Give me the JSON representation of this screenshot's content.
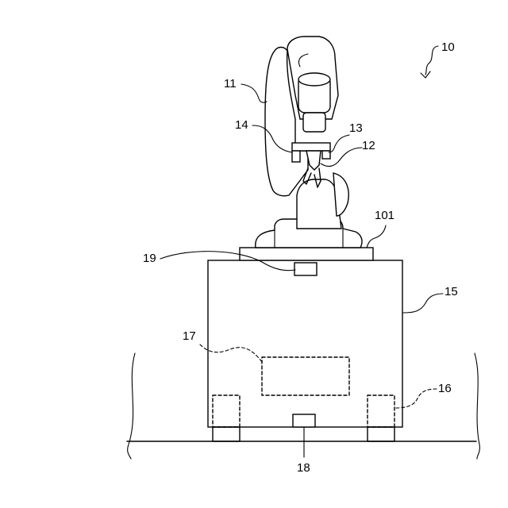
{
  "labels": {
    "system": "10",
    "robot": "11",
    "hand": "12",
    "hand_part": "13",
    "camera": "14",
    "cart": "15",
    "wheels": "16",
    "controller": "17",
    "floor_sensor": "18",
    "top_sensor": "19",
    "base_plate": "101"
  }
}
